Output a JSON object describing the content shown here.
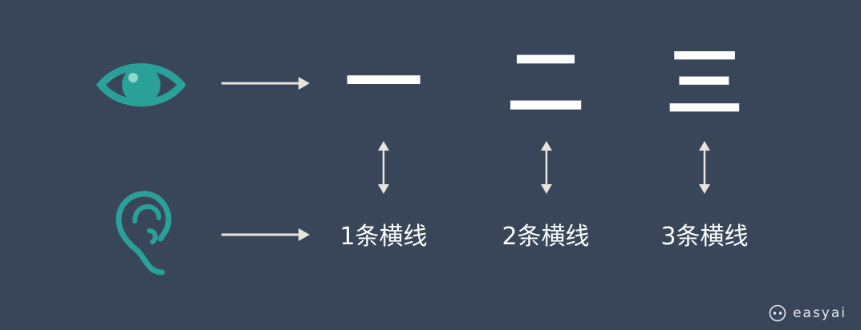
{
  "colors": {
    "background": "#394659",
    "accent": "#2aa198",
    "arrow": "#e8e4dc",
    "text": "#ffffff"
  },
  "rows": {
    "visual": {
      "icon": "eye-icon"
    },
    "auditory": {
      "icon": "ear-icon"
    }
  },
  "glyphs": [
    "一",
    "二",
    "三"
  ],
  "labels": [
    "1条横线",
    "2条横线",
    "3条横线"
  ],
  "watermark": {
    "text": "easyai",
    "icon": "easyai-logo-icon"
  }
}
